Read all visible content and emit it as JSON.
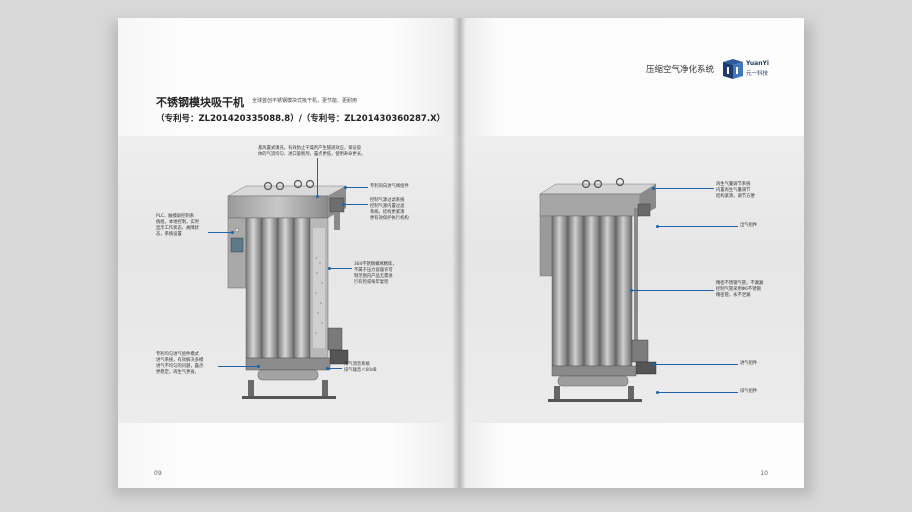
{
  "left_page": {
    "title": "不锈钢模块吸干机",
    "subtitle": "全球首创不锈钢模块式吸干机，更节能、更耐用",
    "patent": "（专利号：ZL201420335088.8）/（专利号：ZL201430360287.X）",
    "page_number": "09",
    "annotations": {
      "top_note": "基风置式填充，有效防止干燥剂产生隧道效应，保证胶\n体的气流均匀、进口旋削剂，露点更低，使用寿命更长。",
      "plc": "PLC、触摸屏控制系\n统组，本地控制，实时\n显示工作状态、故障状\n态，系统设置",
      "valve_group": "专利同向进气阀组件",
      "control_gas": "控制气源过滤系统\n控制气源内置过滤\n系统，结构更紧凑\n更有效保护执行机构",
      "ss304": "304不锈钢蜂窝精炼，\n不属于压力容器许可\n制范围内产品无需进\n行有检或每年复检",
      "inlet": "专利均匀进气组件模式\n进气系统，有效解决多模\n进气不均匀的问题，露点\n更稳定，再生气更省。",
      "muffler": "排气消音系统\n排气噪音＜60dB"
    }
  },
  "right_page": {
    "system_title": "压缩空气净化系统",
    "logo_en": "YuanYi",
    "logo_cn": "元一科技",
    "page_number": "10",
    "annotations": {
      "regen": "再生气量调节系统\n内置再生气量调节\n结构紧凑，调节方便",
      "outlet": "出气组件",
      "ss_pipe": "精密不锈钢气管，不漏漏\n控制气管采用Φ6不锈钢\n精密管，永不泄漏",
      "inlet_assembly": "进气组件",
      "exhaust_assembly": "排气组件"
    }
  },
  "colors": {
    "accent": "#1f63a8",
    "logo": "#1d3b6e"
  }
}
